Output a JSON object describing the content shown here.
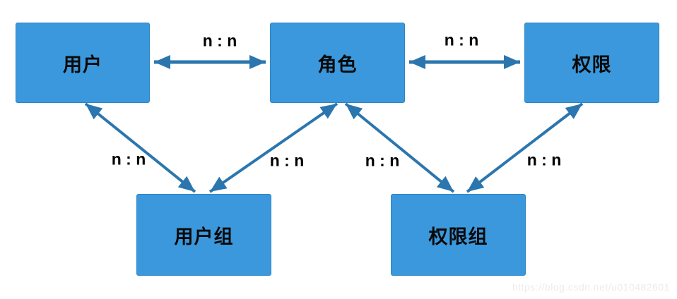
{
  "diagram": {
    "nodes": [
      {
        "id": "user",
        "label": "用户"
      },
      {
        "id": "role",
        "label": "角色"
      },
      {
        "id": "permission",
        "label": "权限"
      },
      {
        "id": "user_group",
        "label": "用户组"
      },
      {
        "id": "permission_group",
        "label": "权限组"
      }
    ],
    "edges": [
      {
        "from": "用户",
        "to": "角色",
        "label": "n : n",
        "bidirectional": true
      },
      {
        "from": "角色",
        "to": "权限",
        "label": "n : n",
        "bidirectional": true
      },
      {
        "from": "用户",
        "to": "用户组",
        "label": "n : n",
        "bidirectional": true
      },
      {
        "from": "角色",
        "to": "用户组",
        "label": "n : n",
        "bidirectional": true
      },
      {
        "from": "角色",
        "to": "权限组",
        "label": "n : n",
        "bidirectional": true
      },
      {
        "from": "权限",
        "to": "权限组",
        "label": "n : n",
        "bidirectional": true
      }
    ],
    "colors": {
      "node_fill": "#3B98DC",
      "node_border": "#2E85C4",
      "arrow": "#2B76AE",
      "text": "#000000",
      "watermark_text": "#ECECEC"
    }
  },
  "watermark": {
    "text": "https://blog.csdn.net/u010482601"
  }
}
